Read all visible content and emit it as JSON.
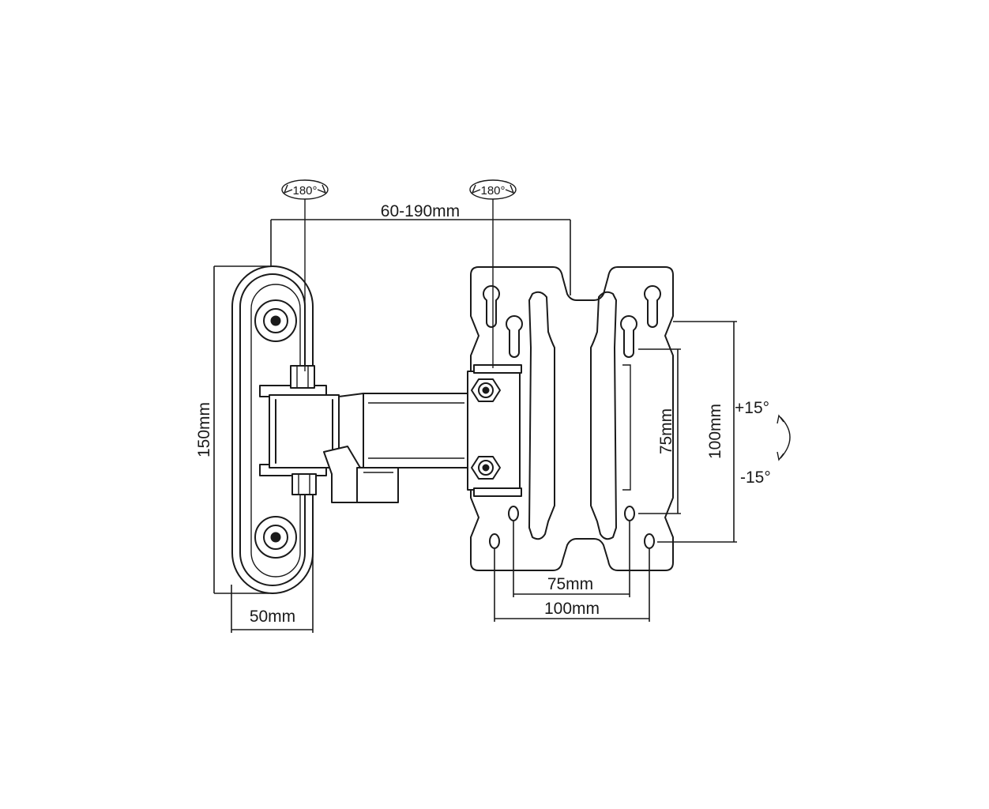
{
  "dimensions": {
    "arm_reach": "60-190mm",
    "plate_height": "150mm",
    "plate_width": "50mm",
    "vesa_h_small": "75mm",
    "vesa_h_large": "100mm",
    "vesa_v_small": "75mm",
    "vesa_v_large": "100mm"
  },
  "rotation": {
    "wall_swivel": "180°",
    "head_swivel": "180°",
    "tilt_up": "+15°",
    "tilt_down": "-15°"
  }
}
